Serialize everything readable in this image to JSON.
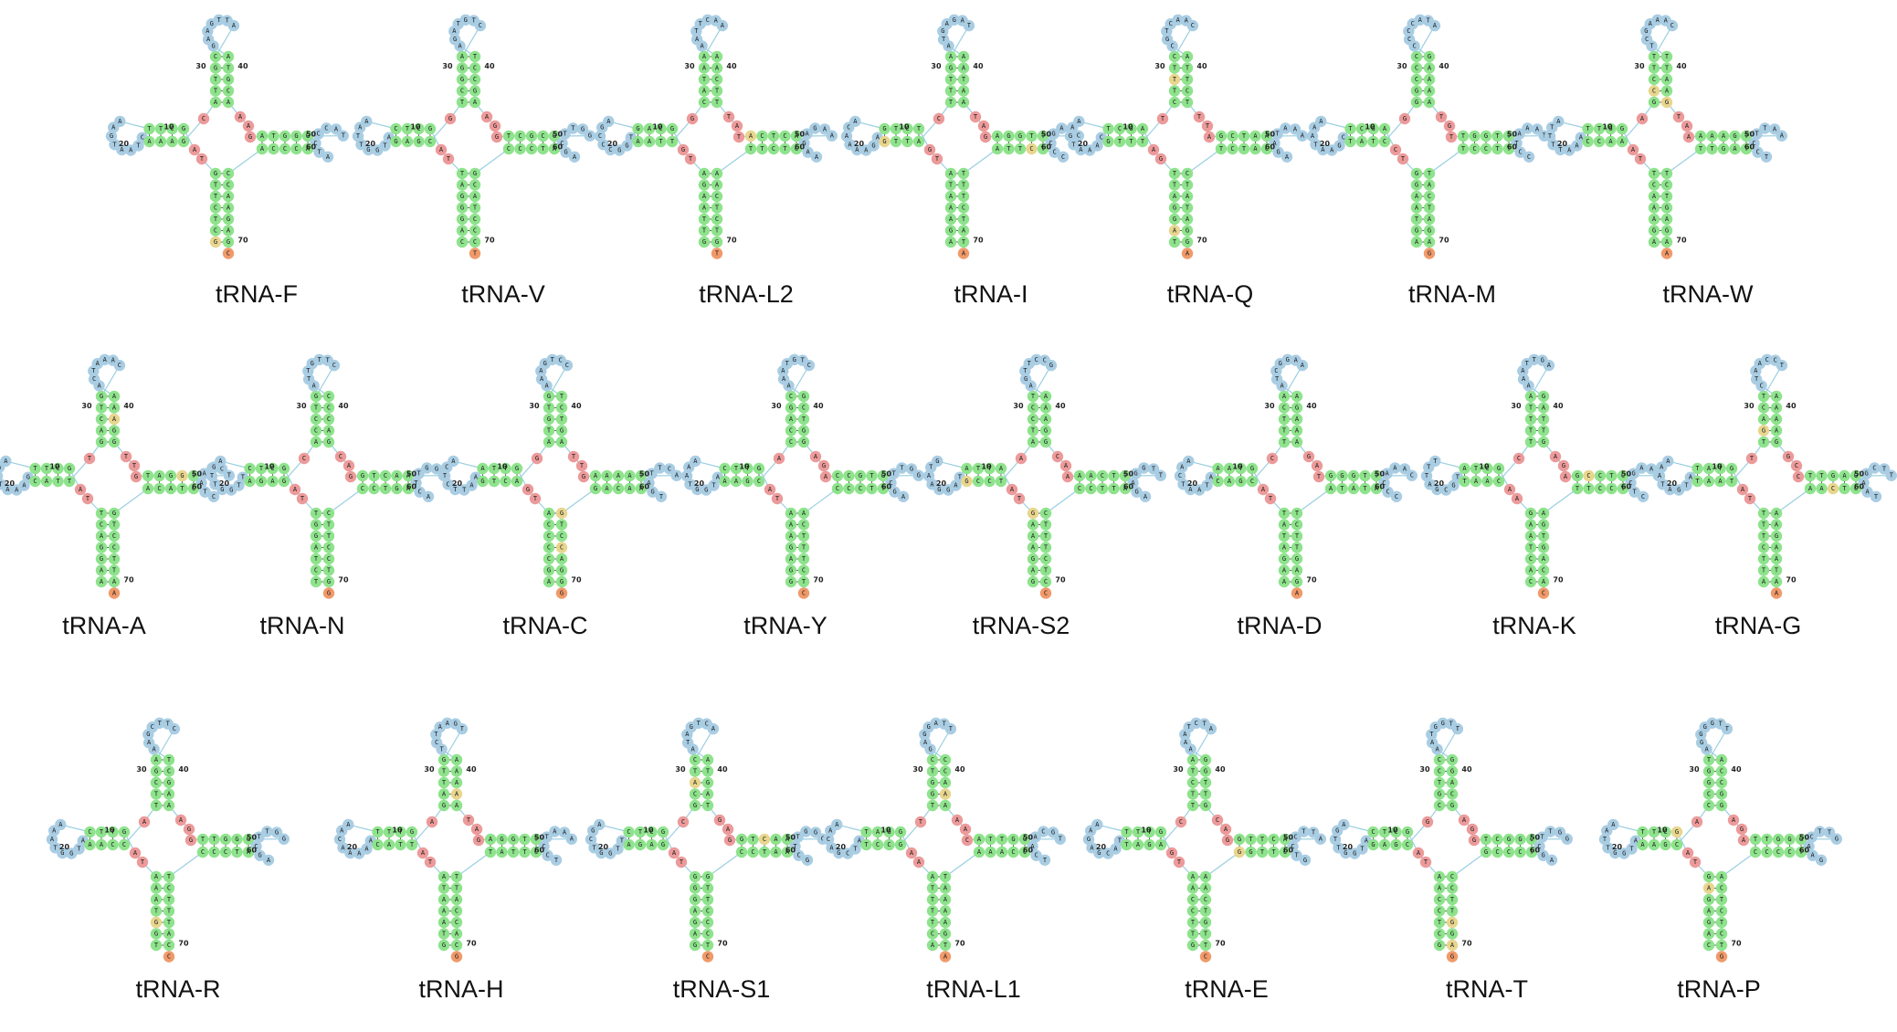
{
  "figure": {
    "colors": {
      "stem": "#8ee38c",
      "loop": "#a9cde3",
      "unpaired": "#ec9a9a",
      "mismatch": "#e8d68e",
      "terminal": "#f09a6a"
    },
    "position_markers": [
      "10",
      "20",
      "30",
      "40",
      "50",
      "60",
      "70"
    ],
    "trnas": [
      {
        "name": "tRNA-F",
        "seq": "GCTCTTGTAGCTTAAGTAATCAAAGCATTGCATTGAAGATGCAAAGATGGGTACCCTAACCCACCAAGAGCA"
      },
      {
        "name": "tRNA-V",
        "seq": "CAGGGATTAGCTCAATTGGTAGAGCGTCGGACTGTAGATCCGAAGGTCGCGGGTTCGAATCCCGCATCCCTGA"
      },
      {
        "name": "tRNA-L2",
        "seq": "GTTAAGATGGCAGAGCCCGGTAATTGCATAAAACTTAAAACTTTATACTCAAAGAGAACTCTTAACTCT"
      },
      {
        "name": "tRNA-I",
        "seq": "AGAAATATGTCTGACAAAAGAGTTACTTTGATAGAGTAAATAATAGAGGTTCAAGCCCTCTTATTTCTAT"
      },
      {
        "name": "tRNA-Q",
        "seq": "TAGGATTGAAGCTAAGTAAACGTTTTCTTTCCAACTGCATTCTTTAGCTAAAAATAGACATCTCTA"
      },
      {
        "name": "tRNA-M",
        "seq": "AGTAAGGTCAGCTAAATAAGCTATCGGGCCCATACCCCGAAAATGTTGGTTTAAATCCTTCCTTACTAG"
      },
      {
        "name": "tRNA-W",
        "seq": "AGAAACTTAGGTTATTTTAAACCAAAGCCTTCAAAGCTTTAAGTAAAAAGTAATTCCTTAGTTTCTG"
      },
      {
        "name": "tRNA-A",
        "seq": "AAGGACTTAGCTTAATTAAAGCATTTGACTGCAAATCAAAAGGTTGTAGGTTCAAATCCTACAGTCCTTA"
      },
      {
        "name": "tRNA-N",
        "seq": "TCTAGGTTAGCTCAGTTGGTTAGAGCACCTGCTTGTTACCCAGCAGGTCAAGGGTTCAAGTCCCTTCCTGGAG"
      },
      {
        "name": "tRNA-C",
        "seq": "AGCCCCATGGTTAACTCTTAAGTCAGATGTGCCTGAAATCTGATTGAAAATACTTAGTAACAGGTCCAGGGCT"
      },
      {
        "name": "tRNA-Y",
        "seq": "GGAGAAATAGTTCAAATGGTAAAGCACCAGCCTGTAAAGCTGGAGACCGTGGGTTCGATTCCCACTTTCTCCA"
      },
      {
        "name": "tRNA-S2",
        "seq": "GAGAAAGTAATTAGTAAGGATGCCTAATCCTGCCTTGAAAAGGCAAAACTTTTGGAGAATTCCCTTTCTCCG"
      },
      {
        "name": "tRNA-D",
        "seq": "AAGATATTAGTAAAACTAATACAGCCTTTCAAAGGCTAAGAAAGATGGGTTCAAACCCATATATCTTGAG"
      },
      {
        "name": "tRNA-K",
        "seq": "CACTAAGAAGCTATTTAGCGTTAACCTTTTAAGTTAAAGATTGAGAGCCTCGAAGCTCTCCTTAGTGA"
      },
      {
        "name": "tRNA-G",
        "seq": "ATTCTTTTAGTATAAATAGTATAATTTGACTTCCAATCAAAAGGCCTTGAGTTCGAATCTCAAAAGAATA"
      },
      {
        "name": "tRNA-R",
        "seq": "TGGTAAATAGTTCAAATGGTAAACCATTCGACTTCGAATCGAAAGGTTGGGGGTTCGAATCCCTCTTTACCA"
      },
      {
        "name": "tRNA-H",
        "seq": "GTAAATATAGTTTAACAAAAACATTAGATTGTGAATCTAAAAATAGAGGTTAAATCCTCTTATTTACCAC"
      },
      {
        "name": "tRNA-S1",
        "seq": "GAGAGGGTAGCTCAGCTGGTTAGAGCGCATCACTGATAATGATGAGGTCAACGGTTCGAATCCGTTCCCTCTCA"
      },
      {
        "name": "tRNA-L1",
        "seq": "ACTTTTAAAGGATAACAGCTATCCGTTGGTCTTAGGAGCCAAAAACATTGGTGCAACTCCAAATAAAAGTA"
      },
      {
        "name": "tRNA-E",
        "seq": "GTTCCAATGGTTTAAGAGCATTAGACTTCTAATCTAAAGGTTGCAGGTTCAATTCCTGCTTGGAACT"
      },
      {
        "name": "tRNA-T",
        "seq": "GCTCCAATAGCTCAGTTGGTAGAGCGCGTCCTTGGTAAGGACGAGGTCGGCGGTTCGATCCCGCCTTGGAGCA"
      },
      {
        "name": "tRNA-P",
        "seq": "CAGAGAGTAGCTTAATTGGTAAAGCACCGGTTTGGGGAACCGGAGATTGGGGTTCAAGTCCCCACTCTCTGA"
      }
    ]
  }
}
